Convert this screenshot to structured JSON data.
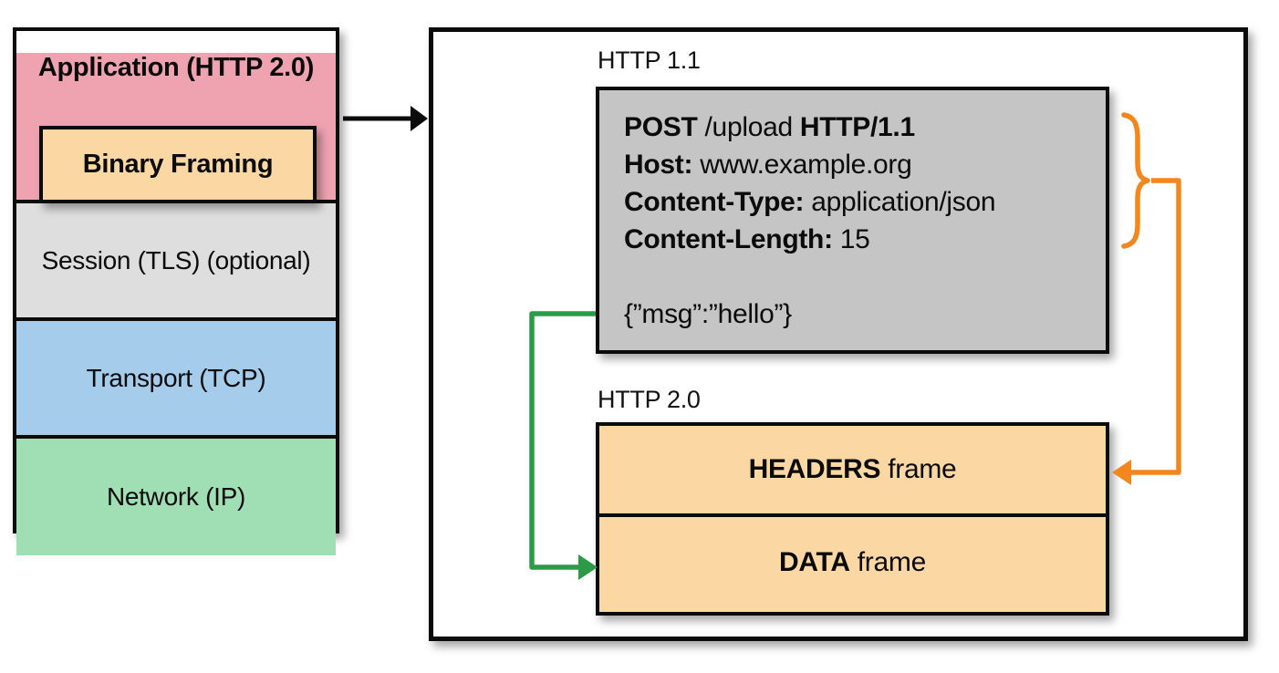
{
  "stack": {
    "application_label": "Application (HTTP 2.0)",
    "binary_framing_label": "Binary Framing",
    "session_label": "Session (TLS) (optional)",
    "transport_label": "Transport (TCP)",
    "network_label": "Network (IP)"
  },
  "http11": {
    "section_label": "HTTP 1.1",
    "request": {
      "method": "POST",
      "path_segment": " /upload ",
      "version": "HTTP/1.1",
      "host_key": "Host:",
      "host_value": " www.example.org",
      "content_type_key": "Content-Type:",
      "content_type_value": " application/json",
      "content_length_key": "Content-Length:",
      "content_length_value": " 15",
      "body": "{”msg”:”hello”}"
    }
  },
  "http20": {
    "section_label": "HTTP 2.0",
    "headers_frame": {
      "bold": "HEADERS",
      "rest": " frame"
    },
    "data_frame": {
      "bold": "DATA",
      "rest": " frame"
    }
  },
  "colors": {
    "application_fill": "#EFA3B1",
    "binary_framing_fill": "#FBD7A4",
    "session_fill": "#DEDEDE",
    "transport_fill": "#A5CDEB",
    "network_fill": "#A0DEB3",
    "request_fill": "#C5C5C5",
    "frame_fill": "#FBD7A4",
    "headers_arrow_orange": "#F3861C",
    "data_arrow_green": "#2B9B48",
    "stack_to_panel_arrow_black": "#0b0b0b"
  }
}
